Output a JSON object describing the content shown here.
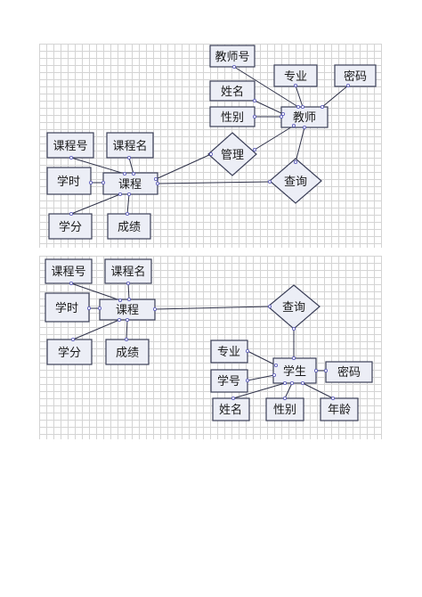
{
  "diagrams": [
    {
      "entities": {
        "teacher_no": "教师号",
        "name": "姓名",
        "gender": "性别",
        "teacher": "教师",
        "major": "专业",
        "password": "密码",
        "course_no": "课程号",
        "course_name": "课程名",
        "hours": "学时",
        "course": "课程",
        "credit": "学分",
        "grade": "成绩"
      },
      "relations": {
        "manage": "管理",
        "query": "查询"
      }
    },
    {
      "entities": {
        "course_no": "课程号",
        "course_name": "课程名",
        "hours": "学时",
        "course": "课程",
        "credit": "学分",
        "grade": "成绩",
        "major": "专业",
        "student_no": "学号",
        "student": "学生",
        "password": "密码",
        "name": "姓名",
        "gender": "性别",
        "age": "年龄"
      },
      "relations": {
        "query": "查询"
      }
    }
  ]
}
